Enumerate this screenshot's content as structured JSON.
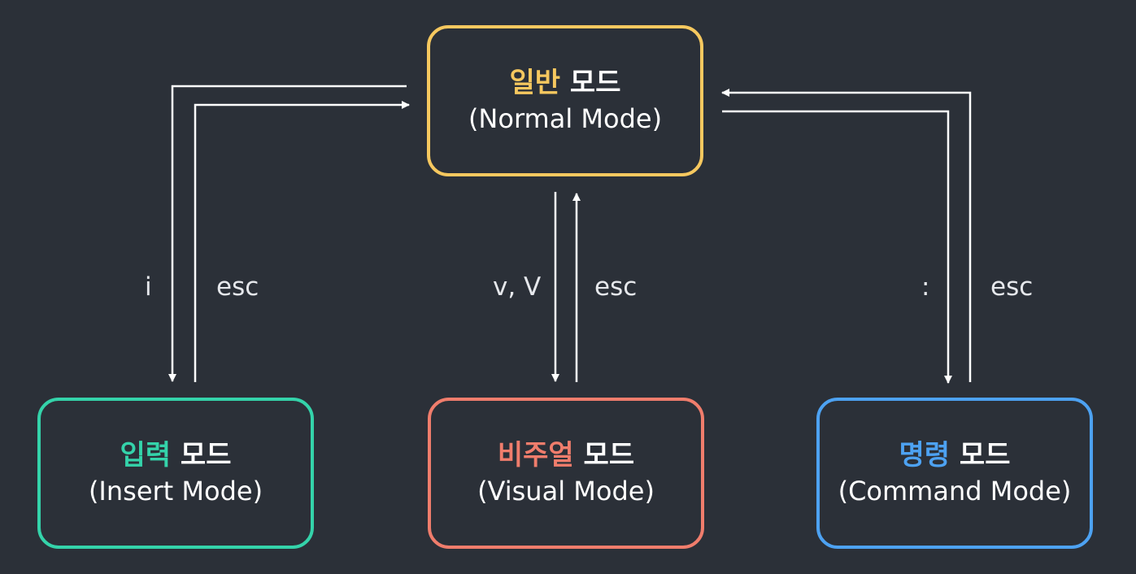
{
  "modes": {
    "normal": {
      "highlight": "일반",
      "suffix": " 모드",
      "english": "(Normal Mode)",
      "color": "#f6c85f"
    },
    "insert": {
      "highlight": "입력",
      "suffix": " 모드",
      "english": "(Insert Mode)",
      "color": "#34d3aa"
    },
    "visual": {
      "highlight": "비주얼",
      "suffix": " 모드",
      "english": "(Visual Mode)",
      "color": "#f07d6c"
    },
    "command": {
      "highlight": "명령",
      "suffix": " 모드",
      "english": "(Command Mode)",
      "color": "#4da2f2"
    }
  },
  "transitions": {
    "to_insert": "i",
    "from_insert": "esc",
    "to_visual": "v, V",
    "from_visual": "esc",
    "to_command": ":",
    "from_command": "esc"
  },
  "colors": {
    "background": "#2b3038",
    "arrow": "#ffffff",
    "text": "#ffffff"
  }
}
